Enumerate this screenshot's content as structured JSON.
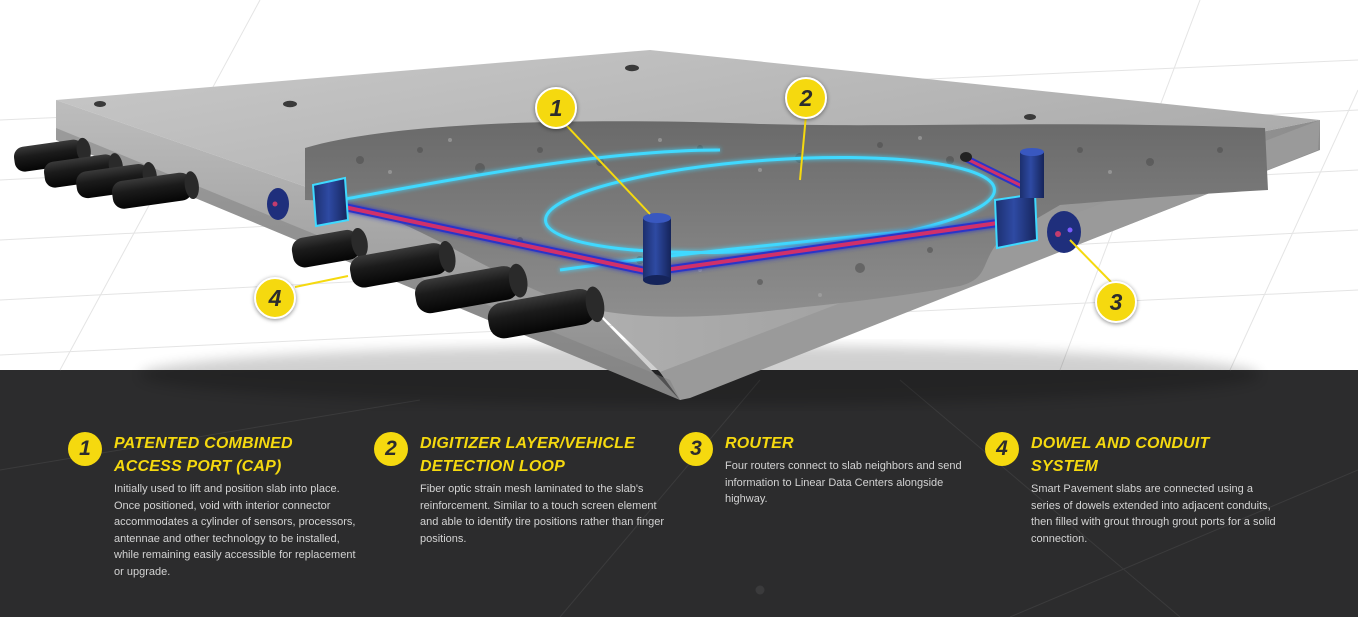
{
  "accent_color": "#f5d90f",
  "panel_color": "#2c2c2d",
  "callouts": [
    "1",
    "2",
    "3",
    "4"
  ],
  "features": [
    {
      "number": "1",
      "title_line1": "PATENTED COMBINED",
      "title_line2": "ACCESS PORT (CAP)",
      "description": "Initially used to lift and position slab into place. Once positioned, void with interior connector accommodates a cylinder of sensors, processors, antennae and other technology to be installed, while remaining easily accessible for replacement or upgrade."
    },
    {
      "number": "2",
      "title_line1": "DIGITIZER LAYER/VEHICLE",
      "title_line2": "DETECTION LOOP",
      "description": "Fiber optic strain mesh laminated to the slab's reinforcement. Similar to a touch screen element and able to identify tire positions rather than finger positions."
    },
    {
      "number": "3",
      "title_line1": "ROUTER",
      "title_line2": "",
      "description": "Four routers connect to slab neighbors and send information to Linear Data Centers alongside highway."
    },
    {
      "number": "4",
      "title_line1": "DOWEL AND CONDUIT",
      "title_line2": "SYSTEM",
      "description": "Smart Pavement slabs are connected using a series of dowels extended into adjacent conduits, then filled with grout through grout ports for a solid connection."
    }
  ]
}
